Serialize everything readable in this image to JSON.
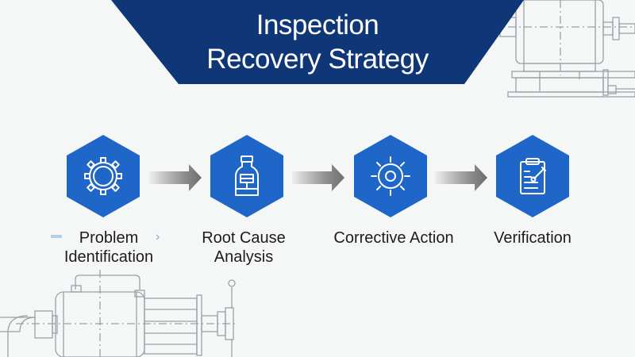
{
  "title": {
    "line1": "Inspection",
    "line2": "Recovery Strategy"
  },
  "colors": {
    "banner": "#0f3778",
    "hex": "#1e66c8",
    "arrow": "#7a7a7a",
    "text": "#1c1c1c",
    "drawing": "#9a9ea6"
  },
  "steps": [
    {
      "label": "Problem Identification",
      "icon": "gear-icon"
    },
    {
      "label": "Root Cause Analysis",
      "icon": "bottle-icon"
    },
    {
      "label": "Corrective Action",
      "icon": "sun-gear-icon"
    },
    {
      "label": "Verification",
      "icon": "clipboard-icon"
    }
  ]
}
